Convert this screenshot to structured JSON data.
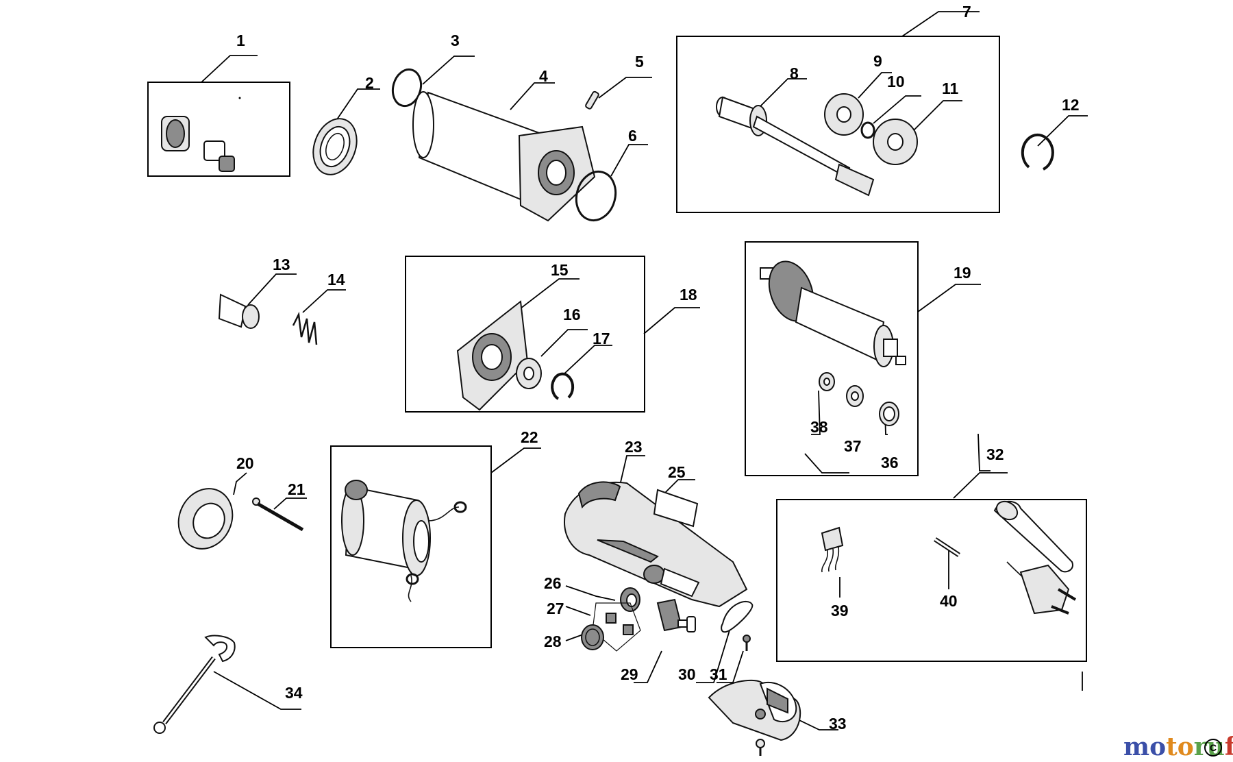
{
  "diagram": {
    "labels": {
      "p1": "1",
      "p2": "2",
      "p3": "3",
      "p4": "4",
      "p5": "5",
      "p6": "6",
      "p7": "7",
      "p8": "8",
      "p9": "9",
      "p10": "10",
      "p11": "11",
      "p12": "12",
      "p13": "13",
      "p14": "14",
      "p15": "15",
      "p16": "16",
      "p17": "17",
      "p18": "18",
      "p19": "19",
      "p20": "20",
      "p21": "21",
      "p22": "22",
      "p23": "23",
      "p25": "25",
      "p26": "26",
      "p27": "27",
      "p28": "28",
      "p29": "29",
      "p30": "30",
      "p31": "31",
      "p32": "32",
      "p33": "33",
      "p34": "34",
      "p36": "36",
      "p37": "37",
      "p38": "38",
      "p39": "39",
      "p40": "40"
    }
  },
  "watermark": {
    "brand_parts": [
      "mo",
      "to",
      "ru",
      "f"
    ],
    "brand_colors": [
      "#3b4fa8",
      "#e08a1e",
      "#5aa14a",
      "#c83a2c"
    ],
    "corner_mark": "C"
  }
}
